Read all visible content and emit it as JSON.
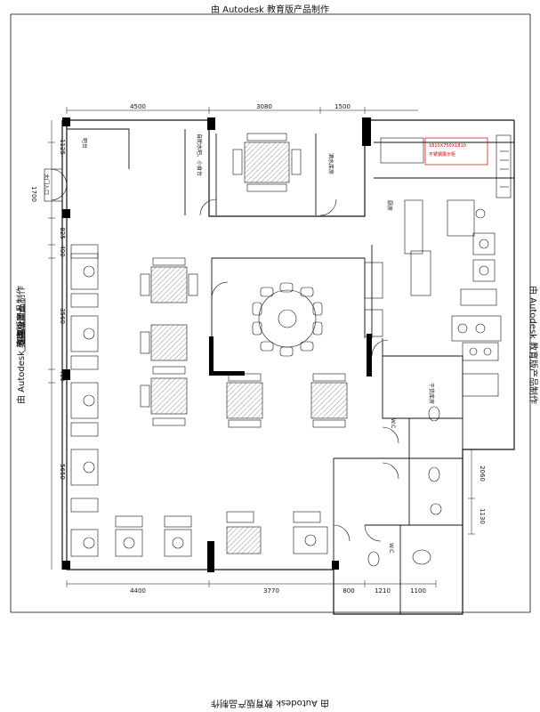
{
  "watermark": "由 Autodesk 教育版产品制作",
  "plan_title": "平面布置图",
  "dims_top": [
    "4500",
    "3080",
    "1500"
  ],
  "dims_bottom": [
    "4400",
    "3770",
    "800",
    "1210",
    "1100"
  ],
  "dims_left": [
    "1125",
    "1700",
    "825",
    "400",
    "3560",
    "410",
    "5650"
  ],
  "dims_right": [
    "2060",
    "1130"
  ],
  "rooms": {
    "bar": "吧台",
    "entrance": "大门入口",
    "stair": "自助水吧、小食台",
    "drink_store": "酒水库房",
    "kitchen": "厨房",
    "dry_store": "干货库房",
    "wc_1": "W.C",
    "wc_2": "W.C"
  },
  "kitchen_red_label": "1810X750X1810",
  "kitchen_red_sub": "不锈钢展示柜"
}
